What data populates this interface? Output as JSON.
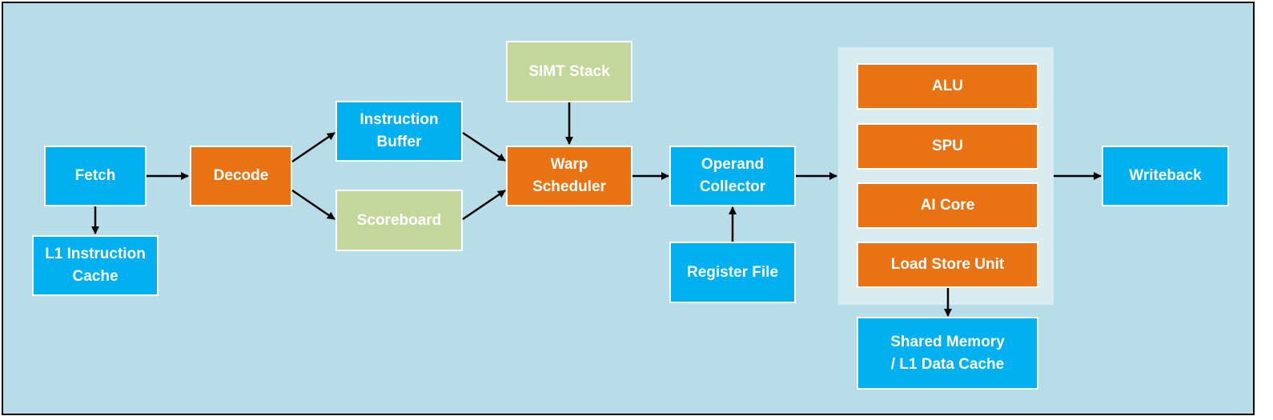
{
  "blocks": {
    "fetch": "Fetch",
    "l1_instruction_cache": "L1 Instruction\nCache",
    "decode": "Decode",
    "instruction_buffer": "Instruction\nBuffer",
    "scoreboard": "Scoreboard",
    "simt_stack": "SIMT Stack",
    "warp_scheduler": "Warp\nScheduler",
    "operand_collector": "Operand\nCollector",
    "register_file": "Register File",
    "alu": "ALU",
    "spu": "SPU",
    "ai_core": "AI Core",
    "load_store_unit": "Load Store Unit",
    "shared_memory": "Shared Memory\n/ L1 Data Cache",
    "writeback": "Writeback"
  },
  "colors": {
    "background": "#b7dde8",
    "panel": "#d9ecf2",
    "blue_block": "#00b0f0",
    "orange_block": "#e97212",
    "green_block": "#c4d79b",
    "arrow": "#000000"
  },
  "connections": [
    [
      "fetch",
      "decode"
    ],
    [
      "fetch",
      "l1_instruction_cache"
    ],
    [
      "decode",
      "instruction_buffer"
    ],
    [
      "decode",
      "scoreboard"
    ],
    [
      "instruction_buffer",
      "warp_scheduler"
    ],
    [
      "scoreboard",
      "warp_scheduler"
    ],
    [
      "simt_stack",
      "warp_scheduler"
    ],
    [
      "warp_scheduler",
      "operand_collector"
    ],
    [
      "register_file",
      "operand_collector"
    ],
    [
      "operand_collector",
      "execution_units"
    ],
    [
      "load_store_unit",
      "shared_memory"
    ],
    [
      "execution_units",
      "writeback"
    ]
  ]
}
